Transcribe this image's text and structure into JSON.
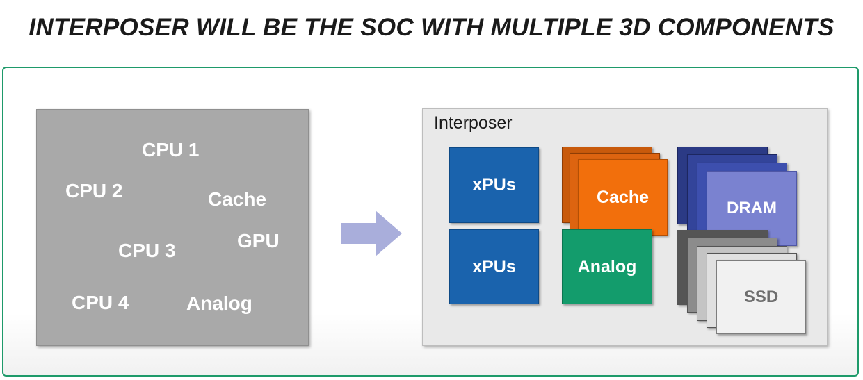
{
  "title": "INTERPOSER WILL BE THE SOC WITH MULTIPLE 3D COMPONENTS",
  "soc": {
    "labels": [
      "CPU 1",
      "CPU 2",
      "Cache",
      "GPU",
      "CPU 3",
      "CPU 4",
      "Analog"
    ]
  },
  "interposer": {
    "label": "Interposer",
    "xpu_top": "xPUs",
    "xpu_bottom": "xPUs",
    "cache": "Cache",
    "analog": "Analog",
    "dram": "DRAM",
    "ssd": "SSD"
  },
  "colors": {
    "frame_border": "#1e9a6a",
    "soc_fill": "#a9a9a9",
    "arrow_fill": "#a9aedb",
    "xpu": "#1a63ad",
    "cache": "#f26f0c",
    "analog": "#139c6c",
    "dram": "#7a82d0",
    "ssd": "#f1f1f1"
  }
}
